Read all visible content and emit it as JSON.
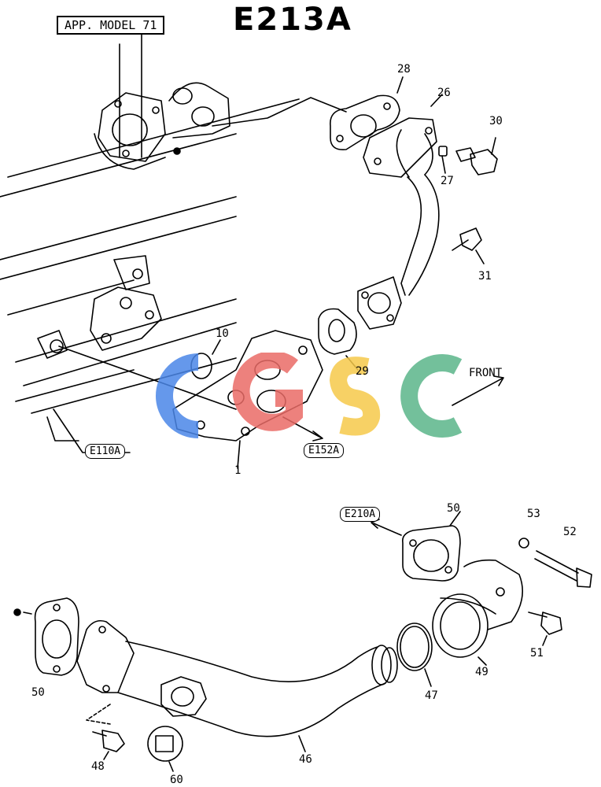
{
  "title": "E213A",
  "app_model": "APP. MODEL 71",
  "direction_label": "FRONT",
  "refs": {
    "e110a": "E110A",
    "e152a": "E152A",
    "e210a": "E210A"
  },
  "parts_upper": [
    "28",
    "26",
    "30",
    "27",
    "31",
    "10",
    "29",
    "1"
  ],
  "parts_lower": [
    "50",
    "53",
    "52",
    "49",
    "51",
    "47",
    "50",
    "46",
    "48",
    "60"
  ],
  "watermark": {
    "text": "CGSC",
    "colors": [
      "#4a86e8",
      "#ea6b66",
      "#f6c94a",
      "#5bb58a"
    ]
  },
  "icons": [
    "bullet-dot-icon",
    "front-arrow-icon",
    "reference-arrow-icon"
  ]
}
